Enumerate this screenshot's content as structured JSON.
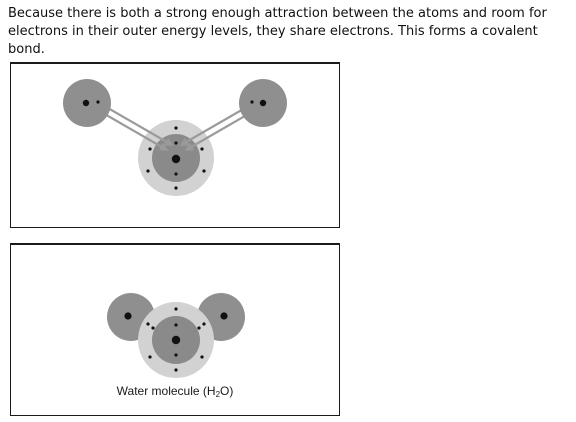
{
  "intro_text": "Because there is both a strong enough attraction between the atoms and room for electrons in their outer energy levels, they share electrons. This forms a covalent bond.",
  "bottom_panel": {
    "caption_prefix": "Water molecule (H",
    "caption_subscript": "2",
    "caption_suffix": "O)"
  },
  "colors": {
    "hydrogen": "#8f8f8f",
    "oxygen_shell": "#d2d2d2",
    "oxygen_core": "#8a8a8a",
    "arrow": "#9a9a9a",
    "electron": "#111111"
  }
}
